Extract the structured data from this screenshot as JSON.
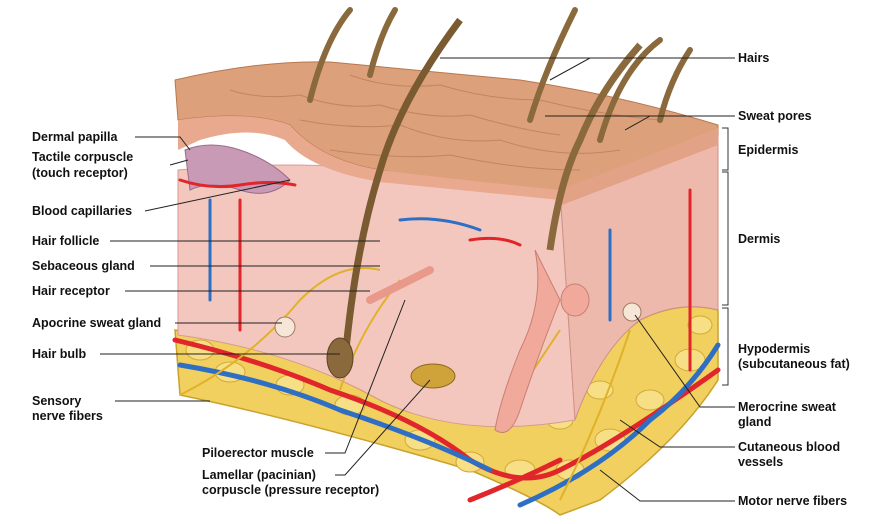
{
  "left_labels": {
    "dermal_papilla": "Dermal papilla",
    "tactile_corpuscle": "Tactile corpuscle",
    "tactile_corpuscle_sub": "(touch receptor)",
    "blood_capillaries": "Blood capillaries",
    "hair_follicle": "Hair follicle",
    "sebaceous_gland": "Sebaceous gland",
    "hair_receptor": "Hair receptor",
    "apocrine_sweat_gland": "Apocrine sweat gland",
    "hair_bulb": "Hair bulb",
    "sensory_nerve": "Sensory",
    "sensory_nerve_sub": "nerve fibers",
    "piloerector_muscle": "Piloerector muscle",
    "lamellar_corpuscle": "Lamellar (pacinian)",
    "lamellar_corpuscle_sub": "corpuscle (pressure receptor)"
  },
  "right_labels": {
    "hairs": "Hairs",
    "sweat_pores": "Sweat pores",
    "epidermis": "Epidermis",
    "dermis": "Dermis",
    "hypodermis": "Hypodermis",
    "hypodermis_sub": "(subcutaneous fat)",
    "merocrine_sweat_gland": "Merocrine sweat",
    "merocrine_sweat_gland_sub": "gland",
    "cutaneous_blood_vessels": "Cutaneous blood",
    "cutaneous_blood_vessels_sub": "vessels",
    "motor_nerve_fibers": "Motor nerve fibers"
  },
  "colors": {
    "epidermis": "#d99a72",
    "dermis": "#f2c4bb",
    "fat": "#f3d35a",
    "artery": "#e0262b",
    "vein": "#2e6fc4",
    "nerve": "#e0b12a",
    "hair": "#8a6a3c"
  }
}
